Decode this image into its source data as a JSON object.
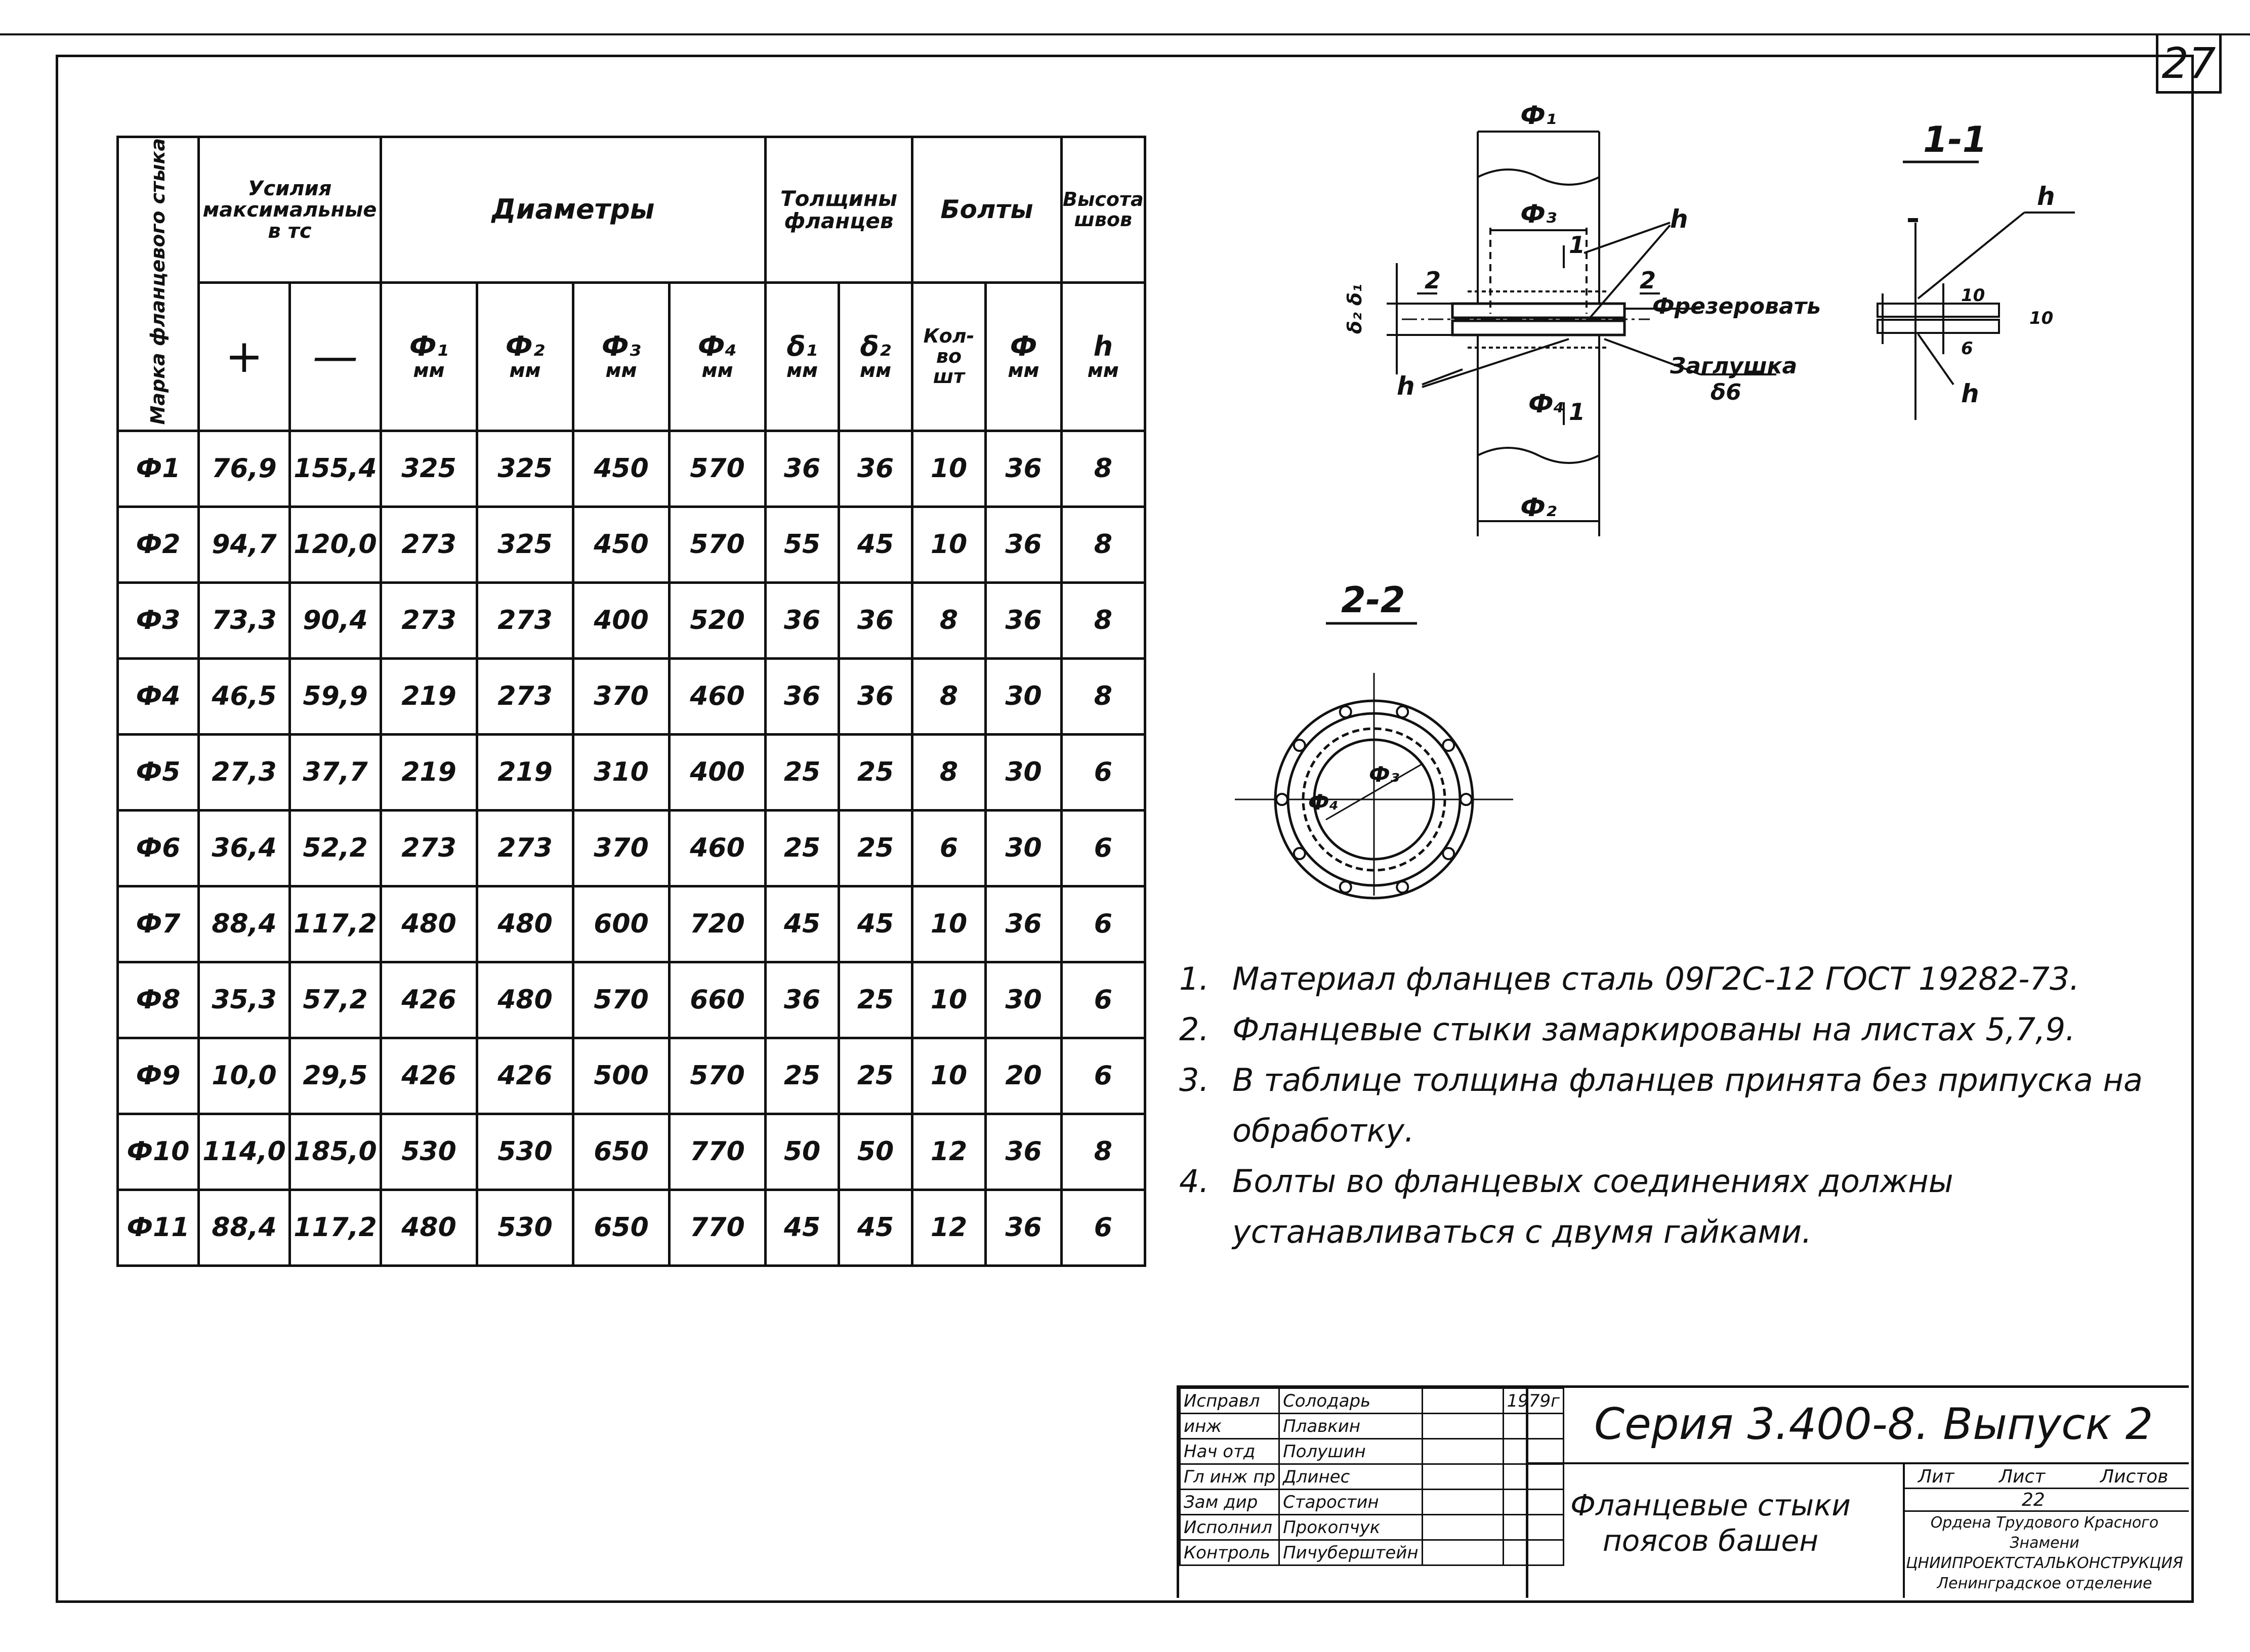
{
  "sheet_number": "27",
  "table": {
    "headers": {
      "mark": "Марка фланцевого стыка",
      "forces": "Усилия максимальные в тс",
      "diameters": "Диаметры",
      "thickness": "Толщины фланцев",
      "bolts": "Болты",
      "weld_height": "Высота швов"
    },
    "subheaders": {
      "plus": "+",
      "minus": "—",
      "d1": "Ф₁",
      "d2": "Ф₂",
      "d3": "Ф₃",
      "d4": "Ф₄",
      "t1": "δ₁",
      "t2": "δ₂",
      "bolt_count": "Кол-во",
      "bolt_diam": "Ф",
      "h": "h",
      "mm": "мм",
      "pcs": "шт"
    },
    "rows": [
      {
        "mark": "Ф1",
        "plus": "76,9",
        "minus": "155,4",
        "d1": "325",
        "d2": "325",
        "d3": "450",
        "d4": "570",
        "t1": "36",
        "t2": "36",
        "n": "10",
        "bd": "36",
        "h": "8"
      },
      {
        "mark": "Ф2",
        "plus": "94,7",
        "minus": "120,0",
        "d1": "273",
        "d2": "325",
        "d3": "450",
        "d4": "570",
        "t1": "55",
        "t2": "45",
        "n": "10",
        "bd": "36",
        "h": "8"
      },
      {
        "mark": "Ф3",
        "plus": "73,3",
        "minus": "90,4",
        "d1": "273",
        "d2": "273",
        "d3": "400",
        "d4": "520",
        "t1": "36",
        "t2": "36",
        "n": "8",
        "bd": "36",
        "h": "8"
      },
      {
        "mark": "Ф4",
        "plus": "46,5",
        "minus": "59,9",
        "d1": "219",
        "d2": "273",
        "d3": "370",
        "d4": "460",
        "t1": "36",
        "t2": "36",
        "n": "8",
        "bd": "30",
        "h": "8"
      },
      {
        "mark": "Ф5",
        "plus": "27,3",
        "minus": "37,7",
        "d1": "219",
        "d2": "219",
        "d3": "310",
        "d4": "400",
        "t1": "25",
        "t2": "25",
        "n": "8",
        "bd": "30",
        "h": "6"
      },
      {
        "mark": "Ф6",
        "plus": "36,4",
        "minus": "52,2",
        "d1": "273",
        "d2": "273",
        "d3": "370",
        "d4": "460",
        "t1": "25",
        "t2": "25",
        "n": "6",
        "bd": "30",
        "h": "6"
      },
      {
        "mark": "Ф7",
        "plus": "88,4",
        "minus": "117,2",
        "d1": "480",
        "d2": "480",
        "d3": "600",
        "d4": "720",
        "t1": "45",
        "t2": "45",
        "n": "10",
        "bd": "36",
        "h": "6"
      },
      {
        "mark": "Ф8",
        "plus": "35,3",
        "minus": "57,2",
        "d1": "426",
        "d2": "480",
        "d3": "570",
        "d4": "660",
        "t1": "36",
        "t2": "25",
        "n": "10",
        "bd": "30",
        "h": "6"
      },
      {
        "mark": "Ф9",
        "plus": "10,0",
        "minus": "29,5",
        "d1": "426",
        "d2": "426",
        "d3": "500",
        "d4": "570",
        "t1": "25",
        "t2": "25",
        "n": "10",
        "bd": "20",
        "h": "6"
      },
      {
        "mark": "Ф10",
        "plus": "114,0",
        "minus": "185,0",
        "d1": "530",
        "d2": "530",
        "d3": "650",
        "d4": "770",
        "t1": "50",
        "t2": "50",
        "n": "12",
        "bd": "36",
        "h": "8"
      },
      {
        "mark": "Ф11",
        "plus": "88,4",
        "minus": "117,2",
        "d1": "480",
        "d2": "530",
        "d3": "650",
        "d4": "770",
        "t1": "45",
        "t2": "45",
        "n": "12",
        "bd": "36",
        "h": "6"
      }
    ]
  },
  "drawing_labels": {
    "d1": "Ф₁",
    "d2": "Ф₂",
    "d3": "Ф₃",
    "d4": "Ф₄",
    "h": "h",
    "one": "1",
    "two": "2",
    "t12": "δ₂ δ₁",
    "mill": "Фрезеровать",
    "plug": "Заглушка",
    "plug_thk": "δ6",
    "section_1": "1-1",
    "section_2": "2-2",
    "dim_6": "6",
    "dim_10": "10"
  },
  "notes": [
    {
      "num": "1.",
      "text": "Материал фланцев сталь 09Г2С-12 ГОСТ 19282-73."
    },
    {
      "num": "2.",
      "text": "Фланцевые стыки замаркированы на листах 5,7,9."
    },
    {
      "num": "3.",
      "text": "В таблице толщина фланцев принята без припуска на обработку."
    },
    {
      "num": "4.",
      "text": "Болты во фланцевых соединениях должны устанавливаться с двумя гайками."
    }
  ],
  "title_block": {
    "rows": [
      {
        "role": "Исправл",
        "name": "Солодарь",
        "extra": "1979г"
      },
      {
        "role": "инж",
        "name": "Плавкин",
        "extra": ""
      },
      {
        "role": "Нач отд",
        "name": "Полушин",
        "extra": ""
      },
      {
        "role": "Гл инж пр",
        "name": "Длинес",
        "extra": ""
      },
      {
        "role": "Зам дир",
        "name": "Старостин",
        "extra": ""
      },
      {
        "role": "Исполнил",
        "name": "Прокопчук",
        "extra": ""
      },
      {
        "role": "Контроль",
        "name": "Пичуберштейн",
        "extra": ""
      }
    ],
    "series": "Серия 3.400-8. Выпуск 2",
    "name": "Фланцевые стыки поясов башен",
    "lit": "Лит",
    "sheet": "Лист",
    "sheets": "Листов",
    "sheet_value": "22",
    "org_1": "Ордена Трудового Красного Знамени",
    "org_2": "ЦНИИПРОЕКТСТАЛЬКОНСТРУКЦИЯ",
    "org_3": "Ленинградское отделение"
  }
}
